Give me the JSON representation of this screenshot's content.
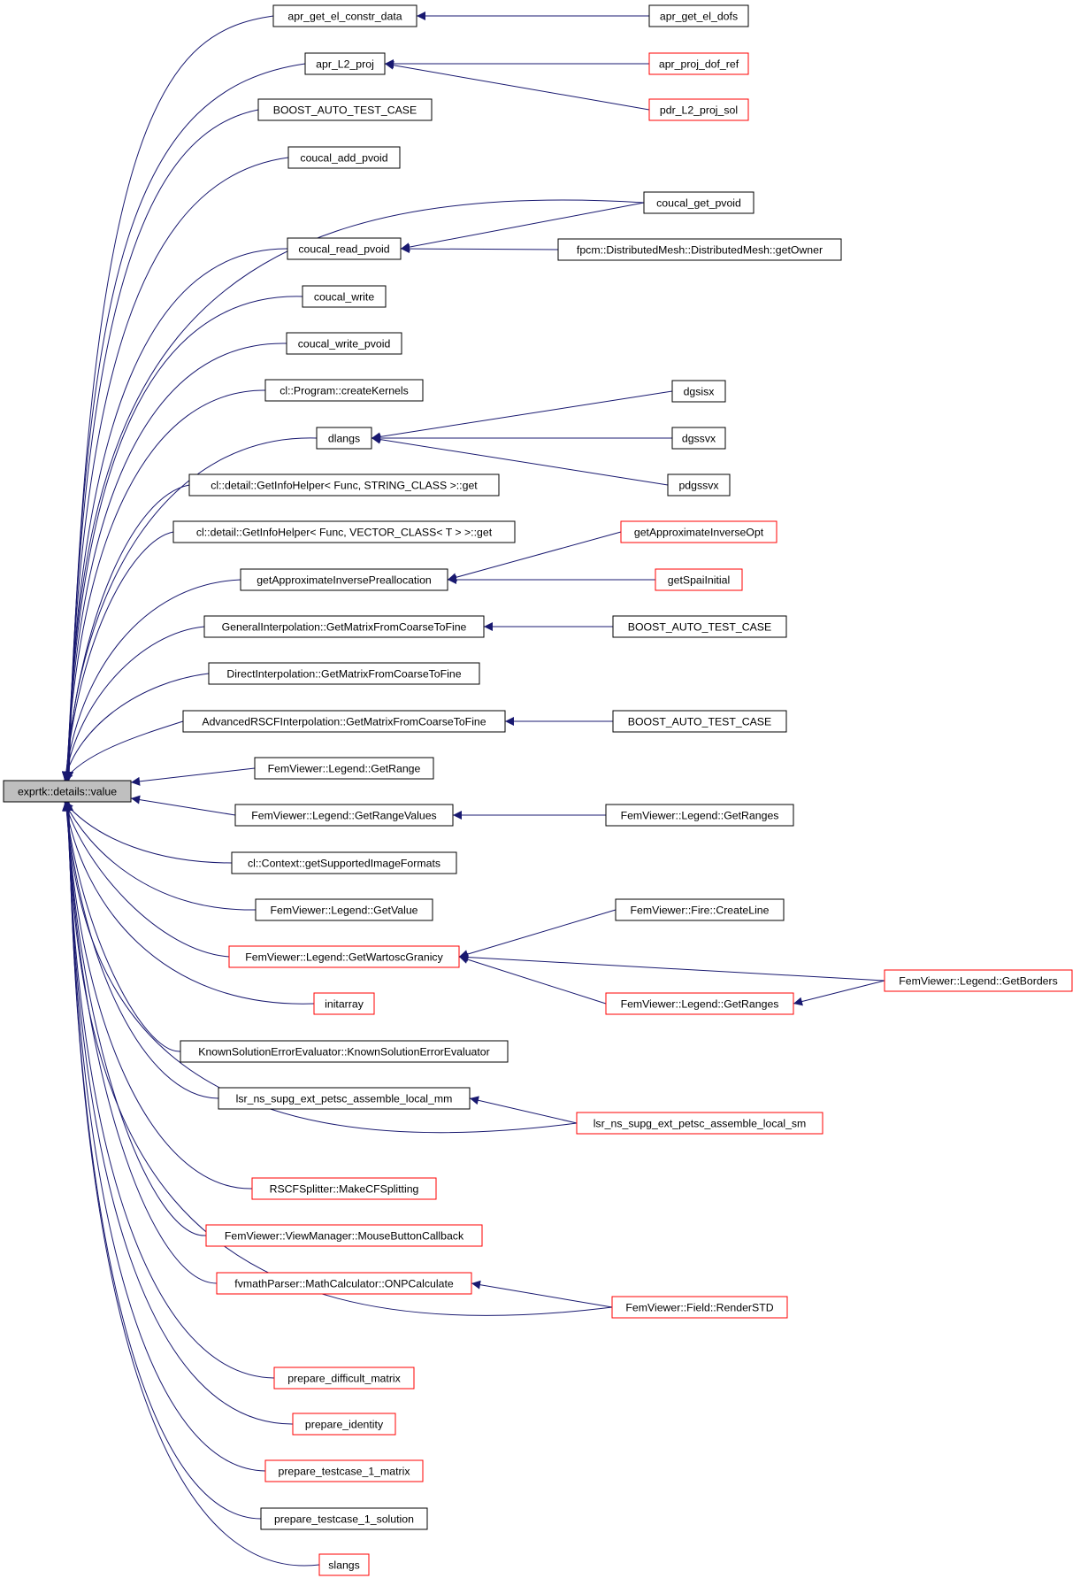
{
  "diagram": {
    "type": "caller-graph",
    "root": "exprtk::details::value",
    "colors": {
      "edge": "#191970",
      "root_fill": "#bfbfbf",
      "node_border": "#000000",
      "truncated_border": "#ff0000",
      "text": "#000000",
      "background": "#ffffff"
    },
    "nodes": [
      {
        "id": "root",
        "label": "exprtk::details::value",
        "root": true
      },
      {
        "id": "a1",
        "label": "apr_get_el_constr_data"
      },
      {
        "id": "a2",
        "label": "apr_L2_proj"
      },
      {
        "id": "a3",
        "label": "BOOST_AUTO_TEST_CASE"
      },
      {
        "id": "a4",
        "label": "coucal_add_pvoid"
      },
      {
        "id": "a5",
        "label": "coucal_read_pvoid"
      },
      {
        "id": "a6",
        "label": "coucal_write"
      },
      {
        "id": "a7",
        "label": "coucal_write_pvoid"
      },
      {
        "id": "a8",
        "label": "cl::Program::createKernels"
      },
      {
        "id": "a9",
        "label": "dlangs"
      },
      {
        "id": "a10",
        "label": "cl::detail::GetInfoHelper< Func, STRING_CLASS >::get"
      },
      {
        "id": "a11",
        "label": "cl::detail::GetInfoHelper< Func, VECTOR_CLASS< T > >::get"
      },
      {
        "id": "a12",
        "label": "getApproximateInversePreallocation"
      },
      {
        "id": "a13",
        "label": "GeneralInterpolation::GetMatrixFromCoarseToFine"
      },
      {
        "id": "a14",
        "label": "DirectInterpolation::GetMatrixFromCoarseToFine"
      },
      {
        "id": "a15",
        "label": "AdvancedRSCFInterpolation::GetMatrixFromCoarseToFine"
      },
      {
        "id": "a16",
        "label": "FemViewer::Legend::GetRange"
      },
      {
        "id": "a17",
        "label": "FemViewer::Legend::GetRangeValues"
      },
      {
        "id": "a18",
        "label": "cl::Context::getSupportedImageFormats"
      },
      {
        "id": "a19",
        "label": "FemViewer::Legend::GetValue"
      },
      {
        "id": "a20",
        "label": "FemViewer::Legend::GetWartoscGranicy",
        "truncated": true
      },
      {
        "id": "a21",
        "label": "initarray",
        "truncated": true
      },
      {
        "id": "a22",
        "label": "KnownSolutionErrorEvaluator::KnownSolutionErrorEvaluator"
      },
      {
        "id": "a23",
        "label": "lsr_ns_supg_ext_petsc_assemble_local_mm"
      },
      {
        "id": "a24",
        "label": "RSCFSplitter::MakeCFSplitting",
        "truncated": true
      },
      {
        "id": "a25",
        "label": "FemViewer::ViewManager::MouseButtonCallback",
        "truncated": true
      },
      {
        "id": "a26",
        "label": "fvmathParser::MathCalculator::ONPCalculate",
        "truncated": true
      },
      {
        "id": "a27",
        "label": "prepare_difficult_matrix",
        "truncated": true
      },
      {
        "id": "a28",
        "label": "prepare_identity",
        "truncated": true
      },
      {
        "id": "a29",
        "label": "prepare_testcase_1_matrix",
        "truncated": true
      },
      {
        "id": "a30",
        "label": "prepare_testcase_1_solution"
      },
      {
        "id": "a31",
        "label": "slangs",
        "truncated": true
      },
      {
        "id": "b1",
        "label": "apr_get_el_dofs"
      },
      {
        "id": "b2",
        "label": "apr_proj_dof_ref",
        "truncated": true
      },
      {
        "id": "b3",
        "label": "pdr_L2_proj_sol",
        "truncated": true
      },
      {
        "id": "b4",
        "label": "coucal_get_pvoid"
      },
      {
        "id": "b5",
        "label": "fpcm::DistributedMesh::DistributedMesh::getOwner"
      },
      {
        "id": "b6",
        "label": "dgsisx"
      },
      {
        "id": "b7",
        "label": "dgssvx"
      },
      {
        "id": "b8",
        "label": "pdgssvx"
      },
      {
        "id": "b9",
        "label": "getApproximateInverseOpt",
        "truncated": true
      },
      {
        "id": "b10",
        "label": "getSpaiInitial",
        "truncated": true
      },
      {
        "id": "b11",
        "label": "BOOST_AUTO_TEST_CASE"
      },
      {
        "id": "b12",
        "label": "BOOST_AUTO_TEST_CASE"
      },
      {
        "id": "b13",
        "label": "FemViewer::Legend::GetRanges"
      },
      {
        "id": "b14",
        "label": "FemViewer::Fire::CreateLine"
      },
      {
        "id": "b15",
        "label": "FemViewer::Legend::GetRanges",
        "truncated": true
      },
      {
        "id": "b16",
        "label": "lsr_ns_supg_ext_petsc_assemble_local_sm",
        "truncated": true
      },
      {
        "id": "b17",
        "label": "FemViewer::Field::RenderSTD",
        "truncated": true
      },
      {
        "id": "c1",
        "label": "FemViewer::Legend::GetBorders",
        "truncated": true
      }
    ],
    "edges": [
      [
        "b1",
        "a1"
      ],
      [
        "b2",
        "a2"
      ],
      [
        "b3",
        "a2"
      ],
      [
        "b4",
        "a5"
      ],
      [
        "b5",
        "a5"
      ],
      [
        "b6",
        "a9"
      ],
      [
        "b7",
        "a9"
      ],
      [
        "b8",
        "a9"
      ],
      [
        "b9",
        "a12"
      ],
      [
        "b10",
        "a12"
      ],
      [
        "b11",
        "a13"
      ],
      [
        "b12",
        "a15"
      ],
      [
        "b13",
        "a17"
      ],
      [
        "b14",
        "a20"
      ],
      [
        "c1",
        "a20"
      ],
      [
        "b15",
        "a20"
      ],
      [
        "c1",
        "b15"
      ],
      [
        "b16",
        "a23"
      ],
      [
        "b17",
        "a26"
      ],
      [
        "a1",
        "root"
      ],
      [
        "a2",
        "root"
      ],
      [
        "a3",
        "root"
      ],
      [
        "a4",
        "root"
      ],
      [
        "b4",
        "root"
      ],
      [
        "a5",
        "root"
      ],
      [
        "a6",
        "root"
      ],
      [
        "a7",
        "root"
      ],
      [
        "a8",
        "root"
      ],
      [
        "a9",
        "root"
      ],
      [
        "a10",
        "root"
      ],
      [
        "a11",
        "root"
      ],
      [
        "a12",
        "root"
      ],
      [
        "a13",
        "root"
      ],
      [
        "a14",
        "root"
      ],
      [
        "a15",
        "root"
      ],
      [
        "a16",
        "root"
      ],
      [
        "a17",
        "root"
      ],
      [
        "a18",
        "root"
      ],
      [
        "a19",
        "root"
      ],
      [
        "a20",
        "root"
      ],
      [
        "a21",
        "root"
      ],
      [
        "a22",
        "root"
      ],
      [
        "a23",
        "root"
      ],
      [
        "b16",
        "root"
      ],
      [
        "a24",
        "root"
      ],
      [
        "a25",
        "root"
      ],
      [
        "a26",
        "root"
      ],
      [
        "b17",
        "root"
      ],
      [
        "a27",
        "root"
      ],
      [
        "a28",
        "root"
      ],
      [
        "a29",
        "root"
      ],
      [
        "a30",
        "root"
      ],
      [
        "a31",
        "root"
      ]
    ]
  }
}
